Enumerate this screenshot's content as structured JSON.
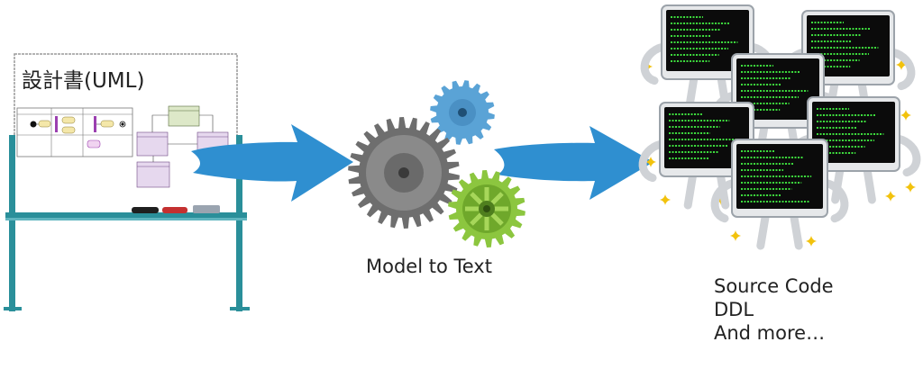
{
  "whiteboard": {
    "title": "設計書(UML)"
  },
  "process": {
    "label": "Model to Text"
  },
  "outputs": {
    "lines": [
      "Source Code",
      "DDL",
      "And more…"
    ]
  },
  "colors": {
    "arrow": "#2f8fd0",
    "board_frame": "#2a8f9a",
    "gear_large": "#6e6e6e",
    "gear_blue": "#5aa3d6",
    "gear_green": "#8cc63f",
    "terminal_text": "#3ddc3d",
    "sparkle": "#f2c20c"
  }
}
